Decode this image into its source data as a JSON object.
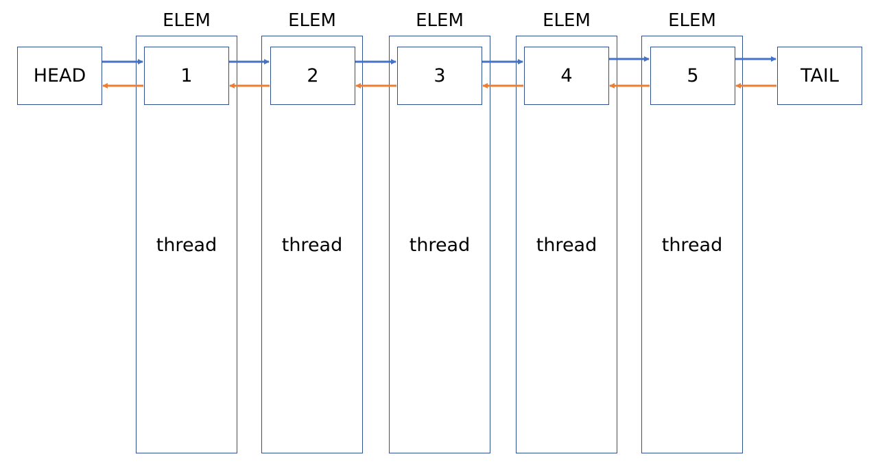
{
  "diagram": {
    "head_label": "HEAD",
    "tail_label": "TAIL",
    "elements": [
      {
        "title": "ELEM",
        "index": "1",
        "content": "thread"
      },
      {
        "title": "ELEM",
        "index": "2",
        "content": "thread"
      },
      {
        "title": "ELEM",
        "index": "3",
        "content": "thread"
      },
      {
        "title": "ELEM",
        "index": "4",
        "content": "thread"
      },
      {
        "title": "ELEM",
        "index": "5",
        "content": "thread"
      }
    ],
    "colors": {
      "border": "#2E4F8F",
      "next_arrow": "#4472C4",
      "prev_arrow": "#ED7D31"
    }
  }
}
